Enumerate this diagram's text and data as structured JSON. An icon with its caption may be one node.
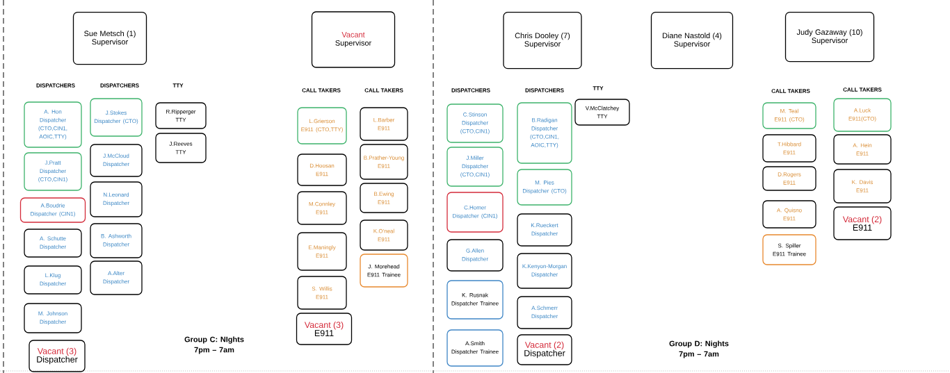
{
  "diagram": {
    "nodes": [
      {
        "text": [
          "Sue Metsch (1)",
          "Supervisor"
        ]
      },
      {
        "text": [
          "Vacant",
          "Supervisor"
        ]
      },
      {
        "text": [
          "A. Hon",
          "Dispatcher (CTO,CIN1, AOIC,TTY)"
        ]
      },
      {
        "text": [
          "J.Pratt",
          "Dispatcher (CTO,CIN1)"
        ]
      },
      {
        "text": [
          "A.Boudrie",
          "Dispatcher (CIN1)"
        ]
      },
      {
        "text": [
          "A. Schutte",
          "Dispatcher"
        ]
      },
      {
        "text": [
          "L.Klug",
          "Dispatcher"
        ]
      },
      {
        "text": [
          "M. Johnson",
          "Dispatcher"
        ]
      },
      {
        "text": [
          "Vacant (3)",
          "Dispatcher"
        ]
      },
      {
        "text": [
          "J.Stokes",
          "Dispatcher (CTO)"
        ]
      },
      {
        "text": [
          "J.McCloud",
          "Dispatcher"
        ]
      },
      {
        "text": [
          "N.Leonard",
          "Dispatcher"
        ]
      },
      {
        "text": [
          "B. Ashworth",
          "Dispatcher"
        ]
      },
      {
        "text": [
          "A.Alter",
          "Dispatcher"
        ]
      },
      {
        "text": [
          "R.Ripperger",
          "TTY"
        ]
      },
      {
        "text": [
          "J.Reeves",
          "TTY"
        ]
      },
      {
        "text": [
          "L.Grierson",
          "E911 (CTO,TTY)"
        ]
      },
      {
        "text": [
          "D.Hoosan",
          "E911"
        ]
      },
      {
        "text": [
          "M.Connley",
          "E911"
        ]
      },
      {
        "text": [
          "E.Maningly",
          "E911"
        ]
      },
      {
        "text": [
          "S. Willis",
          "E911"
        ]
      },
      {
        "text": [
          "Vacant (3)",
          "E911"
        ]
      },
      {
        "text": [
          "L.Barber",
          "E911"
        ]
      },
      {
        "text": [
          "B.Prather-Young",
          "E911"
        ]
      },
      {
        "text": [
          "B.Ewing",
          "E911"
        ]
      },
      {
        "text": [
          "K.O'neal",
          "E911"
        ]
      },
      {
        "text": [
          "J. Morehead",
          "E911 Trainee"
        ]
      },
      {
        "text": [
          "Chris Dooley (7)",
          "Supervisor"
        ]
      },
      {
        "text": [
          "Diane Nastold (4)",
          "Supervisor"
        ]
      },
      {
        "text": [
          "Judy Gazaway (10)",
          "Supervisor"
        ]
      },
      {
        "text": [
          "C.Stinson",
          "Dispatcher (CTO,CIN1)"
        ]
      },
      {
        "text": [
          "J.Miller",
          "Dispatcher (CTO,CIN1)"
        ]
      },
      {
        "text": [
          "C.Homer",
          "Dispatcher (CIN1)"
        ]
      },
      {
        "text": [
          "G.Allen",
          "Dispatcher"
        ]
      },
      {
        "text": [
          "K. Rusnak",
          "Dispatcher Trainee"
        ]
      },
      {
        "text": [
          "A.Smith",
          "Dispatcher Trainee"
        ]
      },
      {
        "text": [
          "B.Radigan",
          "Dispatcher (CTO,CIN1, AOIC,TTY)"
        ]
      },
      {
        "text": [
          "M. Pies",
          "Dispatcher (CTO)"
        ]
      },
      {
        "text": [
          "K.Rueckert",
          "Dispatcher"
        ]
      },
      {
        "text": [
          "K.Kenyon-Morgan",
          "Dispatcher"
        ]
      },
      {
        "text": [
          "A.Schmerr",
          "Dispatcher"
        ]
      },
      {
        "text": [
          "Vacant (2)",
          "Dispatcher"
        ]
      },
      {
        "text": [
          "V.McClatchey",
          "TTY"
        ]
      },
      {
        "text": [
          "M. Teal",
          "E911 (CTO)"
        ]
      },
      {
        "text": [
          "T.Hibbard",
          "E911"
        ]
      },
      {
        "text": [
          "D.Rogers",
          "E911"
        ]
      },
      {
        "text": [
          "A. Quisno",
          "E911"
        ]
      },
      {
        "text": [
          "S. Spiller",
          "E911 Trainee"
        ]
      },
      {
        "text": [
          "A.Luck",
          "E911(CTO)"
        ]
      },
      {
        "text": [
          "A. Hein",
          "E911"
        ]
      },
      {
        "text": [
          "K. Davis",
          "E911"
        ]
      },
      {
        "text": [
          "Vacant (2)",
          "E911"
        ]
      }
    ],
    "edges": [],
    "labels": [
      "DISPATCHERS",
      "DISPATCHERS",
      "TTY",
      "CALL TAKERS",
      "CALL TAKERS",
      "Group C: NIghts 7pm – 7am",
      "DISPATCHERS",
      "DISPATCHERS",
      "TTY",
      "CALL TAKERS",
      "CALL TAKERS",
      "Group D: Nights 7pm – 7am"
    ]
  }
}
